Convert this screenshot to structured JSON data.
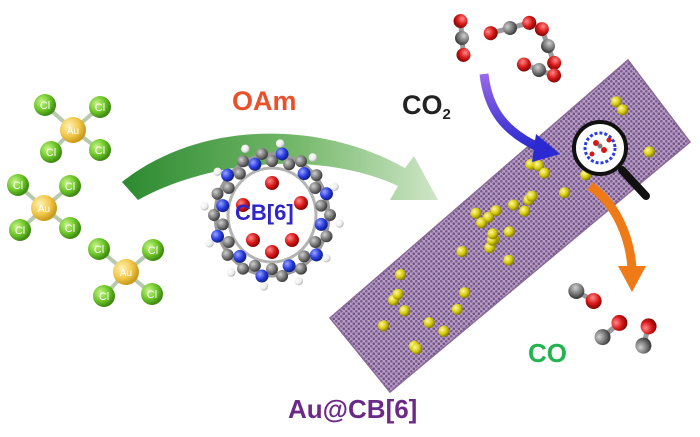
{
  "labels": {
    "oam": "OAm",
    "cb6": "CB[6]",
    "co2_main": "CO",
    "co2_sub": "2",
    "co": "CO",
    "au_cb6": "Au@CB[6]"
  },
  "atom_labels": {
    "gold": "Au",
    "chlorine": "Cl"
  },
  "colors": {
    "oam": "#e8512a",
    "cb6": "#2f25c8",
    "co2": "#222222",
    "co": "#22b450",
    "au_cb6": "#6b2a88",
    "gold_atom": "#f2c84b",
    "chlorine_atom": "#6cc627",
    "oxygen_atom": "#d81818",
    "carbon_atom": "#7a7a7a",
    "nitrogen_atom": "#2a3de0",
    "hydrogen_atom": "#f0f0f0",
    "sheet": "#8a6a98",
    "particle": "#d6cc10",
    "arrow_green": "#2c8a30",
    "arrow_purple": "#5a35d8",
    "arrow_orange": "#ef7a18"
  }
}
